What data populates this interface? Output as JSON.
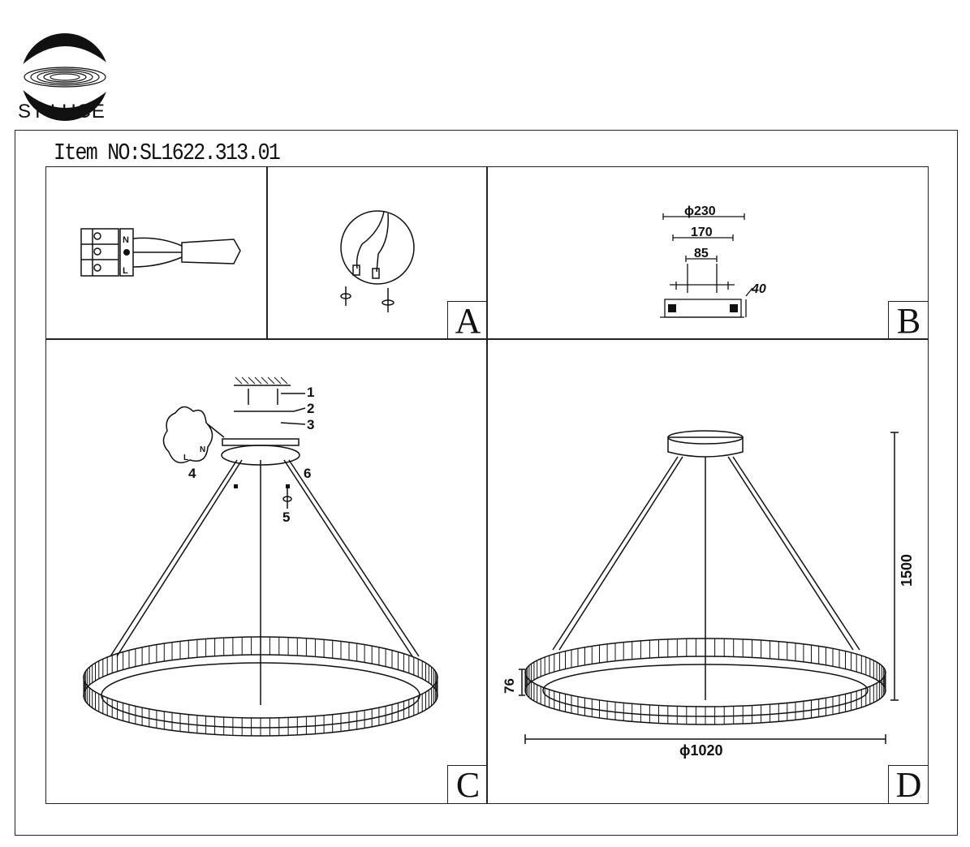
{
  "brand": {
    "name": "ST LUCE"
  },
  "item_number": "Item NO:SL1622.313.01",
  "panels": {
    "a": {
      "tag": "A"
    },
    "b": {
      "tag": "B",
      "dims": {
        "d230": "ϕ230",
        "d170": "170",
        "d85": "85",
        "d40": "40"
      }
    },
    "c": {
      "tag": "C",
      "callouts": [
        "1",
        "2",
        "3",
        "4",
        "5",
        "6"
      ],
      "wire_labels": [
        "N",
        "L"
      ]
    },
    "d": {
      "tag": "D",
      "dims": {
        "height": "1500",
        "ring": "76",
        "diameter": "ϕ1020"
      }
    }
  },
  "wiring": {
    "labels": [
      "N",
      "L"
    ]
  }
}
